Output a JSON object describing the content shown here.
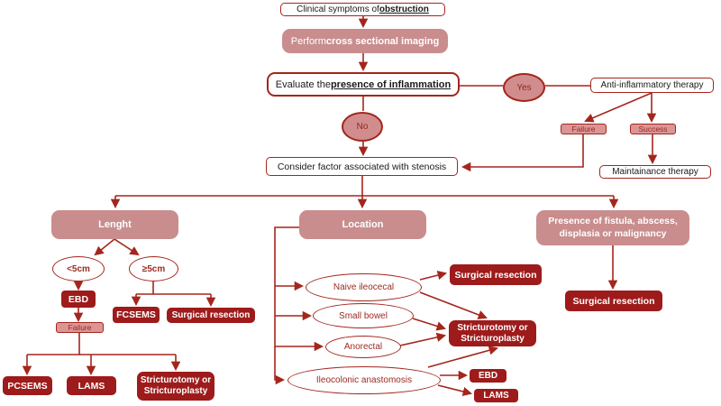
{
  "title": "Obstruction management flowchart",
  "colors": {
    "stroke": "#A3261D",
    "dark_box": "#9E1B1B",
    "pink_header": "#C98D8D",
    "pill_fill": "#DB9595",
    "oval_fill": "#D18D8D",
    "dark_red_text": "#9A2B22"
  },
  "flowchart": {
    "clinical": {
      "text": "Clinical symptoms of ",
      "emphasis": "obstruction"
    },
    "perform": {
      "text": "Perform ",
      "emphasis": "cross sectional imaging"
    },
    "evaluate": {
      "text": "Evaluate the ",
      "emphasis": "presence of inflammation"
    },
    "yes": "Yes",
    "no": "No",
    "anti_inflammatory": "Anti-inflammatory therapy",
    "failure_top": "Failure",
    "success": "Success",
    "maintenance": "Maintainance therapy",
    "consider": "Consider factor associated with stenosis",
    "length_branch": {
      "header": "Lenght",
      "lt5": "<5cm",
      "ge5": "≥5cm",
      "ebd": "EBD",
      "failure": "Failure",
      "fcsems": "FCSEMS",
      "surgical": "Surgical resection",
      "pcsems": "PCSEMS",
      "lams": "LAMS",
      "stricturotomy": "Stricturotomy or Stricturoplasty"
    },
    "location_branch": {
      "header": "Location",
      "naive": "Naive ileocecal",
      "small_bowel": "Small bowel",
      "anorectal": "Anorectal",
      "ileocolonic": "Ileocolonic anastomosis",
      "surgical": "Surgical resection",
      "stricturotomy": "Stricturotomy or Stricturoplasty",
      "ebd": "EBD",
      "lams": "LAMS"
    },
    "fistula_branch": {
      "header": "Presence of fistula, abscess, displasia or malignancy",
      "surgical": "Surgical resection"
    }
  }
}
